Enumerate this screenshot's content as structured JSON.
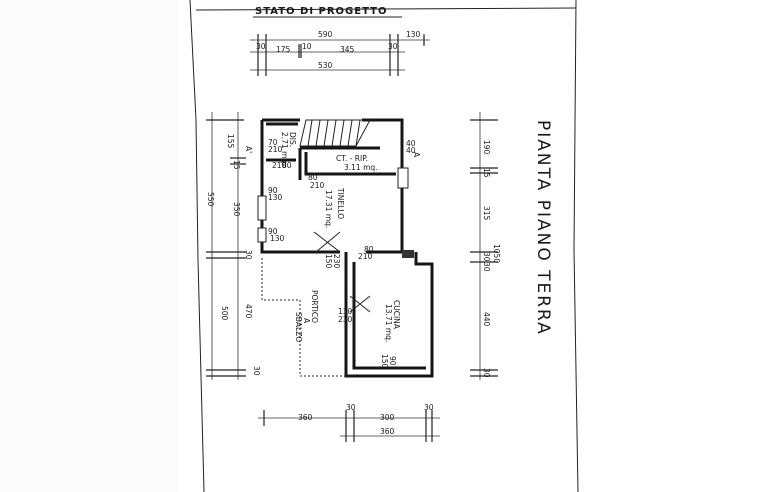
{
  "sheet": {
    "title": "STATO DI PROGETTO",
    "plan_title": "PIANTA PIANO TERRA"
  },
  "top_dims": {
    "row1": [
      "590",
      "130"
    ],
    "row2": [
      "30",
      "175",
      "10",
      "345",
      "30"
    ],
    "row3": [
      "530"
    ]
  },
  "bottom_dims": {
    "row1": [
      "360",
      "30",
      "300",
      "30"
    ],
    "row2": [
      "360"
    ]
  },
  "left_dims": [
    "550",
    "155",
    "15",
    "350",
    "30",
    "500",
    "470",
    "30"
  ],
  "right_dims": [
    "190",
    "15",
    "315",
    "1050",
    "30",
    "30",
    "440",
    "30"
  ],
  "rooms": {
    "dis": {
      "name": "DIS.",
      "area": "2.71 mq."
    },
    "ct_rip": {
      "name": "CT. - RIP.",
      "area": "3.11 mq."
    },
    "tinello": {
      "name": "TINELLO",
      "area": "17.31 mq."
    },
    "cucina": {
      "name": "CUCINA",
      "area": "13.71 mq."
    },
    "portico": {
      "line1": "PORTICO",
      "line2": "A",
      "line3": "SBALZO"
    }
  },
  "openings": {
    "dis_door": [
      "70",
      "210"
    ],
    "dis_door2": [
      "80",
      "210"
    ],
    "ct_door": [
      "80",
      "210"
    ],
    "w1": [
      "90",
      "130"
    ],
    "w2": [
      "90",
      "130"
    ],
    "entry": [
      "150",
      "230"
    ],
    "kitchen_door": [
      "80",
      "210"
    ],
    "kitchen_win": [
      "130",
      "230"
    ],
    "kitchen_win2": [
      "90",
      "150"
    ],
    "stair_small": [
      "40",
      "40"
    ]
  },
  "section_marks": [
    "A'",
    "A"
  ]
}
